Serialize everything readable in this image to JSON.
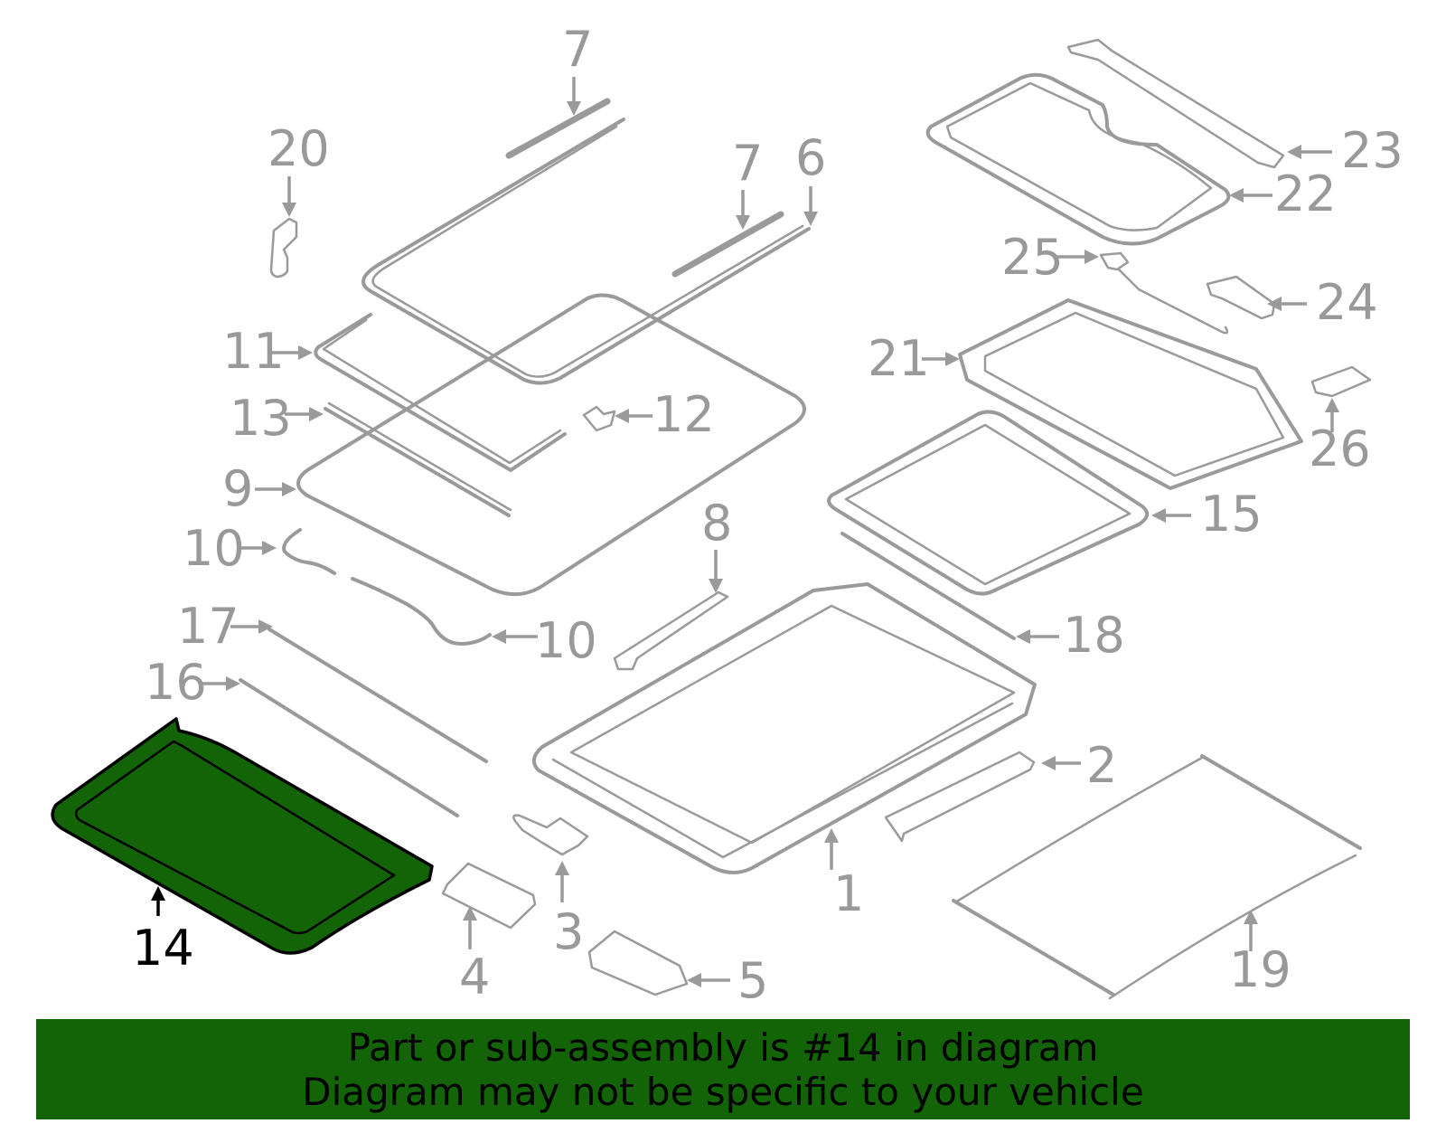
{
  "diagram": {
    "title": "Sunroof assembly exploded parts diagram",
    "highlighted_part": "14",
    "highlight_color": "#126406",
    "callout_color": "#999999",
    "callouts": [
      {
        "id": "c1",
        "label": "1"
      },
      {
        "id": "c2",
        "label": "2"
      },
      {
        "id": "c3",
        "label": "3"
      },
      {
        "id": "c4",
        "label": "4"
      },
      {
        "id": "c5",
        "label": "5"
      },
      {
        "id": "c6",
        "label": "6"
      },
      {
        "id": "c7a",
        "label": "7"
      },
      {
        "id": "c7b",
        "label": "7"
      },
      {
        "id": "c8",
        "label": "8"
      },
      {
        "id": "c9",
        "label": "9"
      },
      {
        "id": "c10a",
        "label": "10"
      },
      {
        "id": "c10b",
        "label": "10"
      },
      {
        "id": "c11",
        "label": "11"
      },
      {
        "id": "c12",
        "label": "12"
      },
      {
        "id": "c13",
        "label": "13"
      },
      {
        "id": "c14",
        "label": "14"
      },
      {
        "id": "c15",
        "label": "15"
      },
      {
        "id": "c16",
        "label": "16"
      },
      {
        "id": "c17",
        "label": "17"
      },
      {
        "id": "c18",
        "label": "18"
      },
      {
        "id": "c19",
        "label": "19"
      },
      {
        "id": "c20",
        "label": "20"
      },
      {
        "id": "c21",
        "label": "21"
      },
      {
        "id": "c22",
        "label": "22"
      },
      {
        "id": "c23",
        "label": "23"
      },
      {
        "id": "c24",
        "label": "24"
      },
      {
        "id": "c25",
        "label": "25"
      },
      {
        "id": "c26",
        "label": "26"
      }
    ]
  },
  "banner": {
    "line1": "Part or sub-assembly is #14 in diagram",
    "line2": "Diagram may not be specific to your vehicle",
    "background": "#126406"
  }
}
